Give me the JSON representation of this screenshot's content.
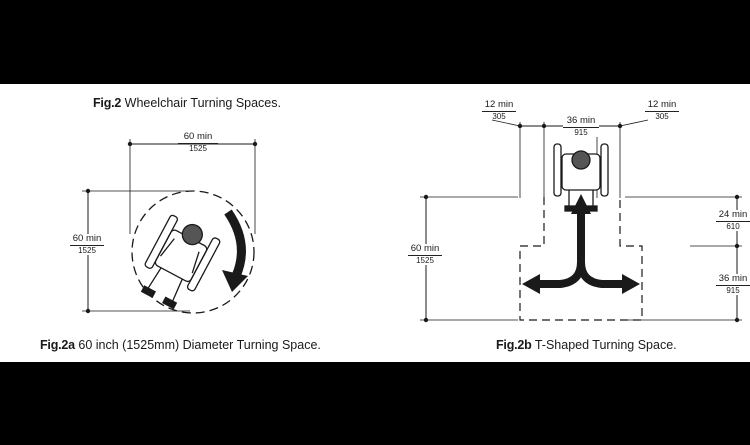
{
  "figure": {
    "title_bold": "Fig.2",
    "title_text": "Wheelchair Turning Spaces."
  },
  "fig2a": {
    "caption_bold": "Fig.2a",
    "caption_text": "60 inch (1525mm) Diameter Turning Space.",
    "dims": {
      "width": {
        "imperial": "60 min",
        "metric": "1525"
      },
      "height": {
        "imperial": "60 min",
        "metric": "1525"
      }
    }
  },
  "fig2b": {
    "caption_bold": "Fig.2b",
    "caption_text": "T-Shaped Turning Space.",
    "dims": {
      "left_arm": {
        "imperial": "12 min",
        "metric": "305"
      },
      "center": {
        "imperial": "36 min",
        "metric": "915"
      },
      "right_arm": {
        "imperial": "12 min",
        "metric": "305"
      },
      "height": {
        "imperial": "60 min",
        "metric": "1525"
      },
      "upper": {
        "imperial": "24 min",
        "metric": "610"
      },
      "lower": {
        "imperial": "36 min",
        "metric": "915"
      }
    }
  },
  "colors": {
    "ink": "#1a1a1a",
    "paper": "#ffffff",
    "band": "#000000"
  }
}
